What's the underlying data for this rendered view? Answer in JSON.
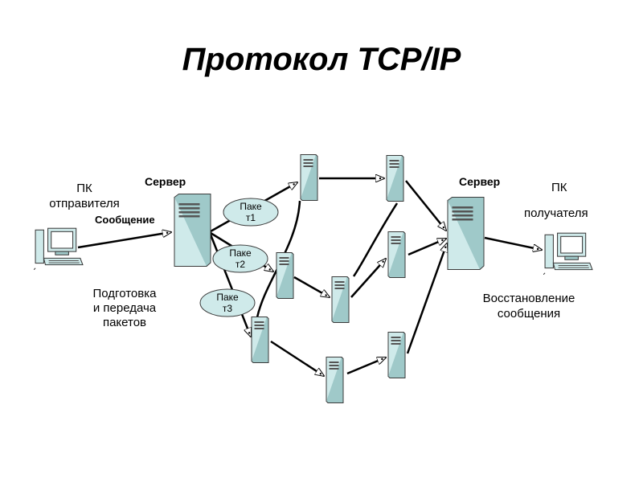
{
  "title": "Протокол TCP/IP",
  "labels": {
    "sender_pc_line1": "ПК",
    "sender_pc_line2": "отправителя",
    "server_left": "Сервер",
    "message": "Сообщение",
    "prepare_line1": "Подготовка",
    "prepare_line2": "и передача",
    "prepare_line3": "пакетов",
    "server_right": "Сервер",
    "receiver_pc_line1": "ПК",
    "receiver_pc_line2": "получателя",
    "restore_line1": "Восстановление",
    "restore_line2": "сообщения"
  },
  "packets": [
    {
      "line1": "Паке",
      "line2": "т1"
    },
    {
      "line1": "Паке",
      "line2": "т2"
    },
    {
      "line1": "Паке",
      "line2": "т3"
    }
  ],
  "colors": {
    "server_fill": "#cfeaea",
    "server_stroke": "#3a3a3a",
    "ellipse_fill": "#cfeaea",
    "line": "#000000",
    "arrow_fill": "#ffffff"
  }
}
